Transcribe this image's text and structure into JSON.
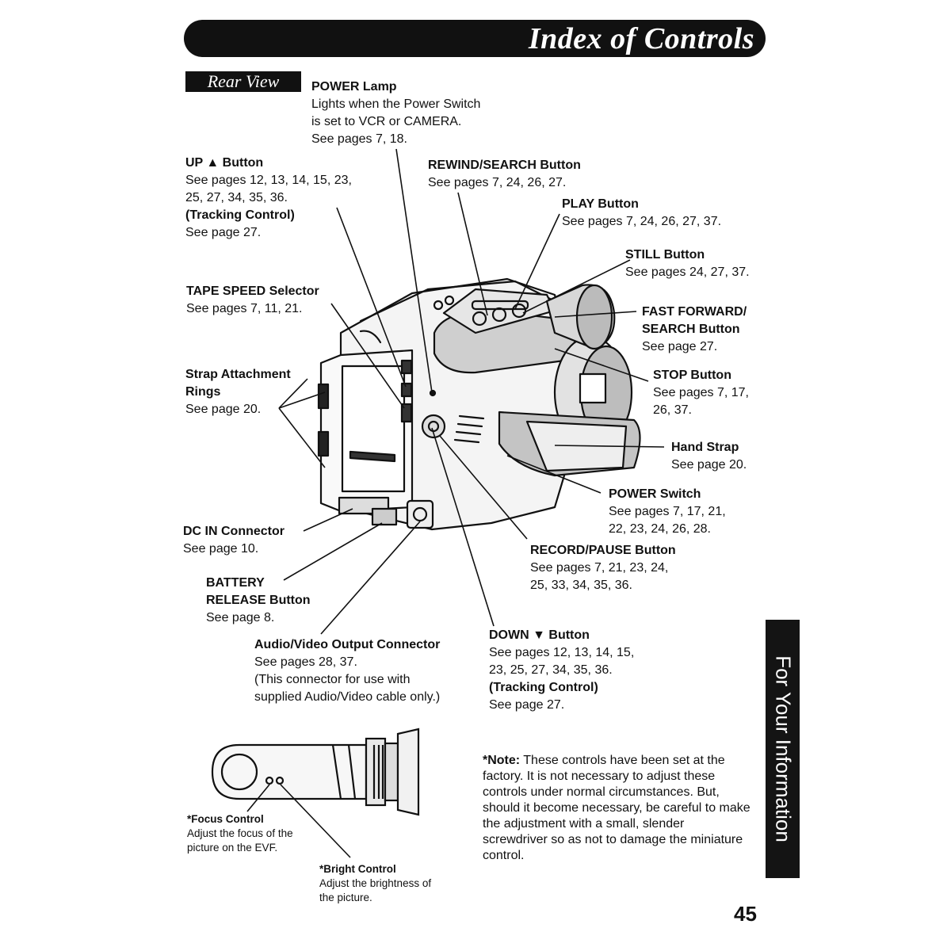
{
  "header": {
    "title": "Index of Controls"
  },
  "section": {
    "label": "Rear View"
  },
  "callouts": [
    {
      "id": "power-lamp",
      "title": "POWER Lamp",
      "lines": [
        "Lights when the Power Switch",
        "is set to VCR or CAMERA.",
        "See pages 7, 18."
      ]
    },
    {
      "id": "up-button",
      "title": "UP ▲ Button",
      "lines": [
        "See pages 12, 13, 14, 15, 23,",
        "25, 27, 34, 35, 36."
      ],
      "title2": "(Tracking Control)",
      "lines2": [
        "See page 27."
      ]
    },
    {
      "id": "rewind-search",
      "title": "REWIND/SEARCH Button",
      "lines": [
        "See pages 7, 24, 26, 27."
      ]
    },
    {
      "id": "play-button",
      "title": "PLAY Button",
      "lines": [
        "See pages 7, 24, 26, 27, 37."
      ]
    },
    {
      "id": "still-button",
      "title": "STILL Button",
      "lines": [
        "See pages 24, 27, 37."
      ]
    },
    {
      "id": "tape-speed",
      "title": "TAPE SPEED Selector",
      "lines": [
        "See pages 7, 11, 21."
      ]
    },
    {
      "id": "fast-forward",
      "title": "FAST FORWARD/",
      "title2": "SEARCH Button",
      "lines2": [
        "See page 27."
      ]
    },
    {
      "id": "strap-rings",
      "title": "Strap Attachment",
      "title2": "Rings",
      "lines2": [
        "See page 20."
      ]
    },
    {
      "id": "stop-button",
      "title": "STOP Button",
      "lines": [
        "See pages 7, 17,",
        "26, 37."
      ]
    },
    {
      "id": "hand-strap",
      "title": "Hand Strap",
      "lines": [
        "See page 20."
      ]
    },
    {
      "id": "power-switch",
      "title": "POWER Switch",
      "lines": [
        "See pages 7, 17, 21,",
        "22, 23, 24, 26, 28."
      ]
    },
    {
      "id": "dc-in",
      "title": "DC IN Connector",
      "lines": [
        "See page 10."
      ]
    },
    {
      "id": "record-pause",
      "title": "RECORD/PAUSE Button",
      "lines": [
        "See pages 7, 21, 23, 24,",
        "25, 33, 34, 35, 36."
      ]
    },
    {
      "id": "battery-release",
      "title": "BATTERY",
      "title2": "RELEASE Button",
      "lines2": [
        "See page 8."
      ]
    },
    {
      "id": "av-output",
      "title": "Audio/Video Output Connector",
      "lines": [
        "See pages 28, 37.",
        "(This connector for use with",
        "supplied Audio/Video cable only.)"
      ]
    },
    {
      "id": "down-button",
      "title": "DOWN ▼ Button",
      "lines": [
        "See pages 12, 13, 14, 15,",
        "23, 25, 27, 34, 35, 36."
      ],
      "title2": "(Tracking Control)",
      "lines2": [
        "See page 27."
      ]
    },
    {
      "id": "focus-control",
      "title": "*Focus Control",
      "lines": [
        "Adjust the focus of the",
        "picture on the EVF."
      ]
    },
    {
      "id": "bright-control",
      "title": "*Bright Control",
      "lines": [
        "Adjust the brightness of",
        "the picture."
      ]
    }
  ],
  "note": {
    "bold": "*Note:",
    "text": " These controls have been set at the factory. It is not necessary to adjust these controls under normal circumstances. But, should it become necessary, be careful to make the adjustment with a small, slender screwdriver so as not to damage the miniature control."
  },
  "side_tab": "For Your Information",
  "page_number": "45",
  "icons": [
    "camcorder-illustration",
    "viewfinder-illustration"
  ],
  "colors": {
    "ink": "#111111",
    "paper": "#ffffff",
    "shade": "#bbbbbb"
  }
}
